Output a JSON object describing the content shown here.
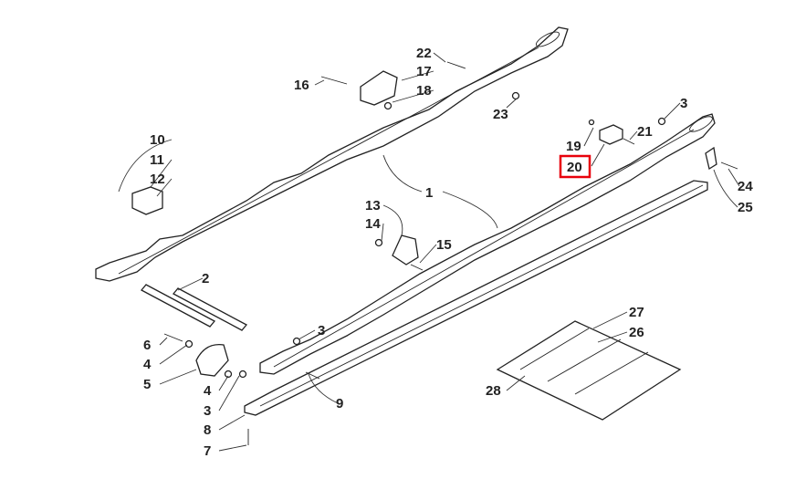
{
  "diagram": {
    "highlight_color": "#e8000b",
    "highlighted_label": "20",
    "labels": [
      "1",
      "2",
      "3",
      "3",
      "3",
      "4",
      "4",
      "5",
      "6",
      "7",
      "8",
      "9",
      "10",
      "11",
      "12",
      "13",
      "14",
      "15",
      "16",
      "17",
      "18",
      "19",
      "20",
      "21",
      "22",
      "23",
      "24",
      "25",
      "26",
      "27",
      "28"
    ]
  }
}
